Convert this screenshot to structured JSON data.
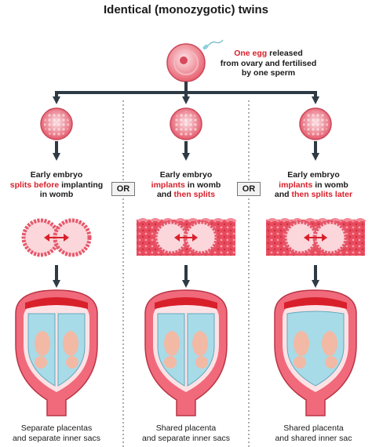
{
  "title": "Identical (monozygotic) twins",
  "top": {
    "highlight": "One egg",
    "line1_rest": " released",
    "line2": "from ovary and fertilised",
    "line3": "by one sperm"
  },
  "columns": [
    {
      "l1": "Early embryo",
      "l2_red": "splits before",
      "l2_rest": " implanting",
      "l3_pre": "",
      "l3_red": "",
      "l3_rest": "in womb",
      "cap1": "Separate placentas",
      "cap2": "and separate inner sacs"
    },
    {
      "l1": "Early embryo",
      "l2_red": "implants",
      "l2_rest": " in womb",
      "l3_pre": "and ",
      "l3_red": "then splits",
      "l3_rest": "",
      "cap1": "Shared placenta",
      "cap2": "and separate inner sacs"
    },
    {
      "l1": "Early embryo",
      "l2_red": "implants",
      "l2_rest": " in womb",
      "l3_pre": "and ",
      "l3_red": "then splits later",
      "l3_rest": "",
      "cap1": "Shared placenta",
      "cap2": "and shared inner sac"
    }
  ],
  "or_labels": [
    "OR",
    "OR"
  ],
  "colors": {
    "accent": "#d8202b",
    "arrow": "#2e3a44",
    "sac": "#a8dbe8",
    "uterus": "#f06a7b"
  }
}
